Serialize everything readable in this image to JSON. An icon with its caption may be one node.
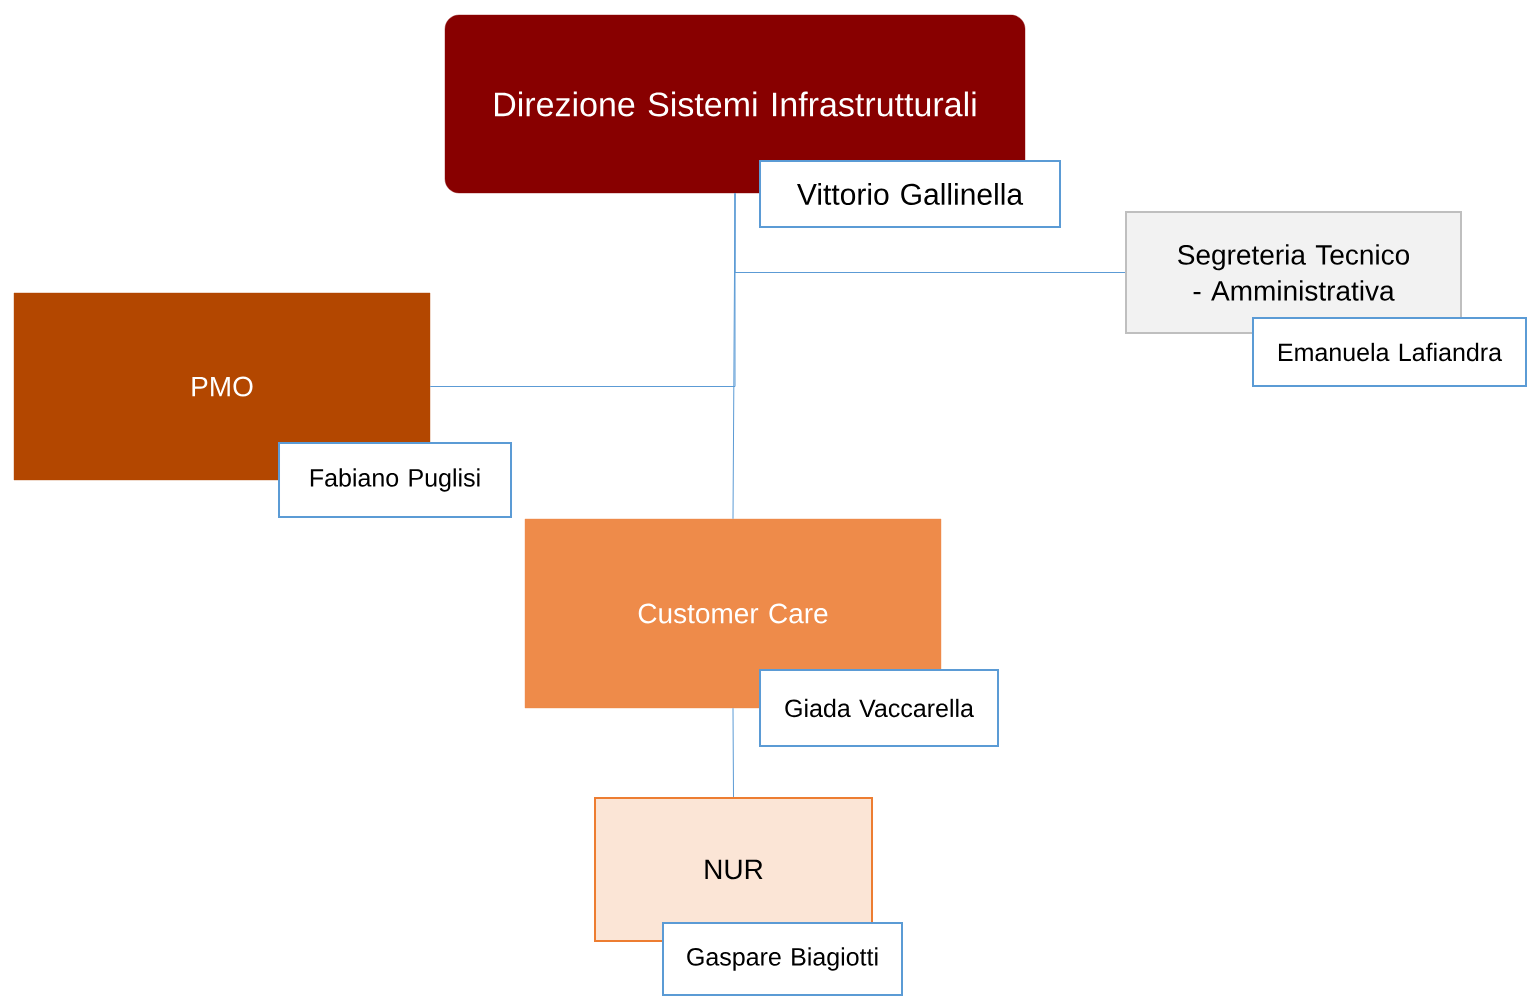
{
  "diagram": {
    "nodes": [
      {
        "text": [
          "Direzione Sistemi Infrastrutturali"
        ]
      },
      {
        "text": [
          "Vittorio Gallinella"
        ]
      },
      {
        "text": [
          "Segreteria Tecnico - Amministrativa"
        ]
      },
      {
        "text": [
          "Emanuela Lafiandra"
        ]
      },
      {
        "text": [
          "PMO"
        ]
      },
      {
        "text": [
          "Fabiano Puglisi"
        ]
      },
      {
        "text": [
          "Customer Care"
        ]
      },
      {
        "text": [
          "Giada Vaccarella"
        ]
      },
      {
        "text": [
          "NUR"
        ]
      },
      {
        "text": [
          "Gaspare Biagiotti"
        ]
      }
    ],
    "edges": [
      {
        "from": 0,
        "to": 2,
        "arrow": "none"
      },
      {
        "from": 0,
        "to": 4,
        "arrow": "none"
      },
      {
        "from": 0,
        "to": 6,
        "arrow": "none"
      },
      {
        "from": 6,
        "to": 8,
        "arrow": "none"
      }
    ]
  }
}
